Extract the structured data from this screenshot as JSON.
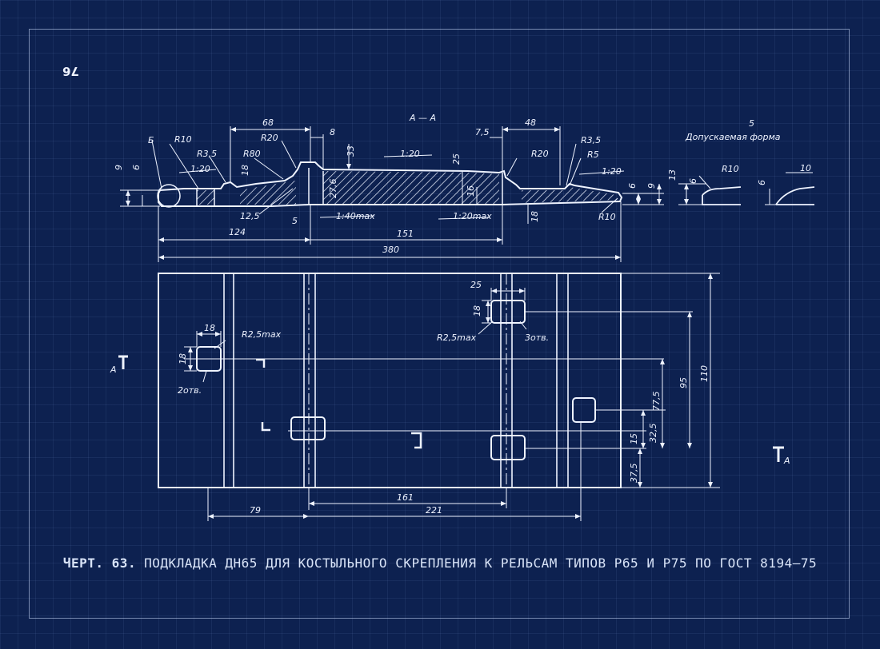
{
  "page_number": "76",
  "caption": {
    "label": "ЧЕРТ. 63.",
    "text": "ПОДКЛАДКА ДН65 ДЛЯ КОСТЫЛЬНОГО СКРЕПЛЕНИЯ К РЕЛЬСАМ ТИПОВ Р65 И Р75 ПО ГОСТ 8194—75"
  },
  "section": {
    "title": "А — А",
    "allowed_form_number": "5",
    "allowed_form_label": "Допускаемая форма",
    "detail_label": "Б",
    "labels": {
      "d68": "68",
      "d8": "8",
      "d7_5": "7,5",
      "d48": "48",
      "r10_left": "R10",
      "r3_5_left": "R3,5",
      "r80": "R80",
      "r20_left": "R20",
      "r20_right": "R20",
      "r3_5_right": "R3,5",
      "r5": "R5",
      "r10_right": "R10",
      "r10_detail": "R10",
      "slope_1_20_left": "1:20",
      "slope_1_20_mid": "1:20",
      "slope_1_20_right": "1:20",
      "slope_1_40max": "1:40max",
      "slope_1_20max": "1:20max",
      "d9_left": "9",
      "d6_left": "6",
      "d18_left": "18",
      "d12_5": "12,5",
      "d33": "33",
      "d27_6": "27,6",
      "d25": "25",
      "d16": "16",
      "d5": "5",
      "d18_right": "18",
      "d6_right": "6",
      "d9_right": "9",
      "d13": "13",
      "d6_detail_a": "6",
      "d6_detail_b": "6",
      "d10_detail": "10",
      "d124": "124",
      "d151": "151",
      "d380": "380"
    }
  },
  "plan": {
    "labels": {
      "d18_top": "18",
      "r2_5max_left": "R2,5max",
      "d18_side": "18",
      "holes_left": "2отв.",
      "d25": "25",
      "d18_right": "18",
      "r2_5max_right": "R2,5max",
      "holes_right": "3отв.",
      "d95": "95",
      "d110": "110",
      "d77_5": "77,5",
      "d32_5": "32,5",
      "d15": "15",
      "d37_5": "37,5",
      "d79": "79",
      "d161": "161",
      "d221": "221",
      "cut_left": "А",
      "cut_right": "А"
    }
  }
}
